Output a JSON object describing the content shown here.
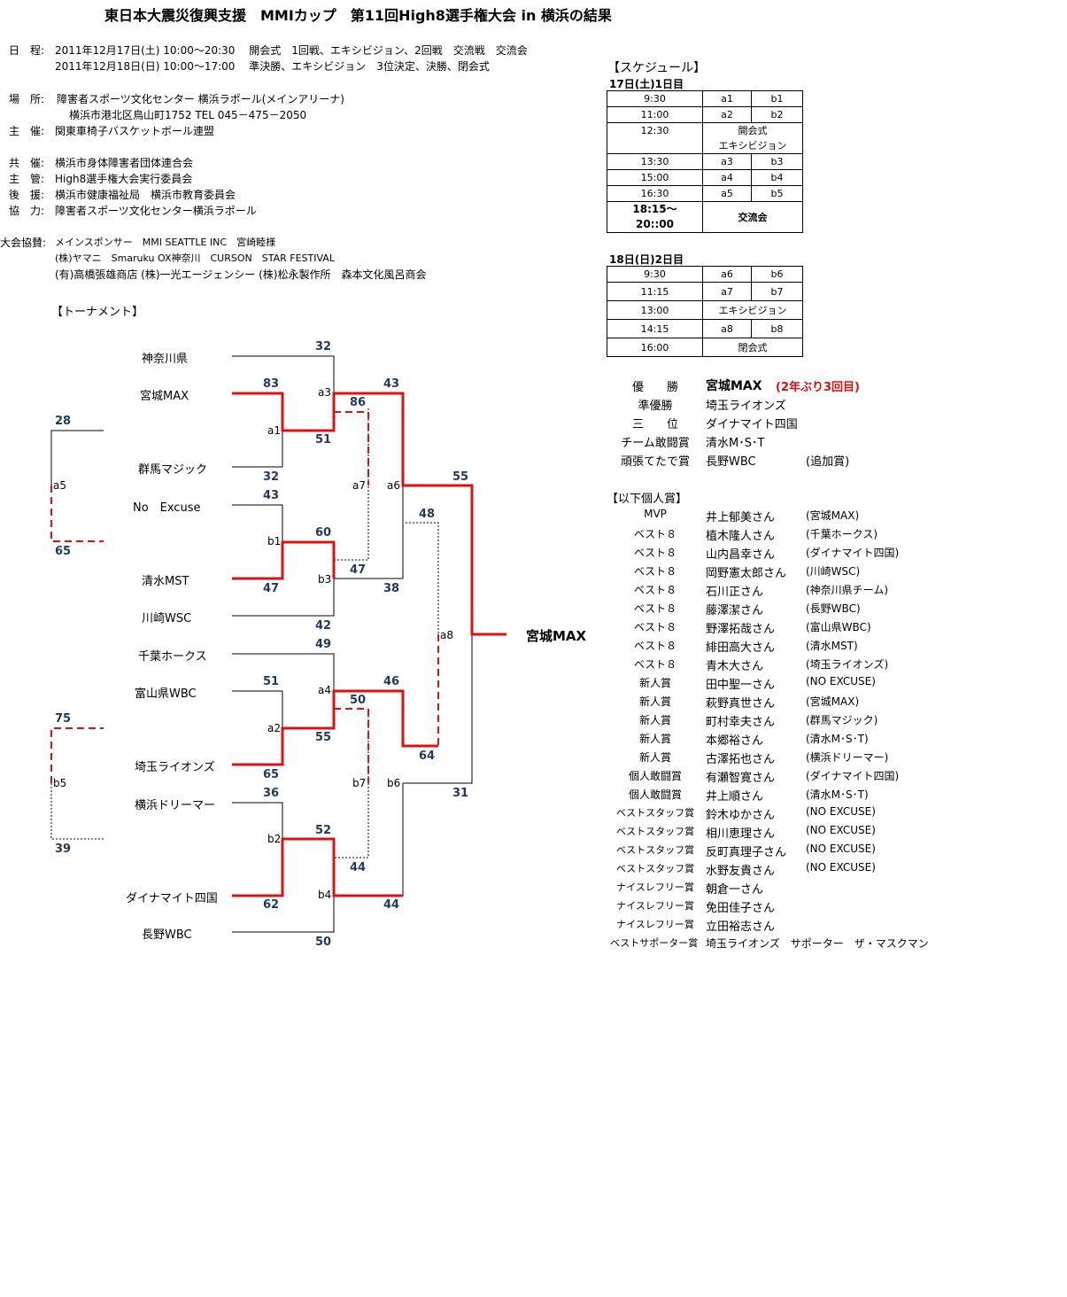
{
  "title": "東日本大震災復興支援　MMIカップ　第11回High8選手権大会 in 横浜の結果",
  "info": {
    "schedule_label": "日　程:",
    "schedule_line1": "2011年12月17日(土) 10:00～20:30　 開会式　1回戦、エキシビジョン、2回戦　交流戦　交流会",
    "schedule_line2": "2011年12月18日(日) 10:00～17:00　 準決勝、エキシビジョン　3位決定、決勝、閉会式",
    "venue_label": "場　所:",
    "venue_line1": "障害者スポーツ文化センター 横浜ラポール(メインアリーナ)",
    "venue_line2": "横浜市港北区鳥山町1752 TEL 045－475－2050",
    "host_label": "主　催:",
    "host": "関東車椅子バスケットボール連盟",
    "cohost_label": "共　催:",
    "cohost": "横浜市身体障害者団体連合会",
    "organizer_label": "主　管:",
    "organizer": "High8選手権大会実行委員会",
    "support_label": "後　援:",
    "support": "横浜市健康福祉局　横浜市教育委員会",
    "coop_label": "協　力:",
    "coop": "障害者スポーツ文化センター横浜ラポール",
    "sponsor_label": "大会協賛:",
    "sponsor_line1": "メインスポンサー　MMI SEATTLE INC　宮崎睦様",
    "sponsor_line2": "(株)ヤマニ　Smaruku OX神奈川　CURSON　STAR FESTIVAL",
    "sponsor_line3": "(有)高橋張雄商店 (株)一光エージェンシー (株)松永製作所　森本文化風呂商会"
  },
  "tournament_label": "【トーナメント】",
  "schedule": {
    "heading": "【スケジュール】",
    "day1_title": "17日(土)1日目",
    "day1": [
      {
        "time": "9:30",
        "a": "a1",
        "b": "b1"
      },
      {
        "time": "11:00",
        "a": "a2",
        "b": "b2"
      },
      {
        "time": "12:30",
        "merged1": "開会式",
        "merged2": "エキシビジョン"
      },
      {
        "time": "13:30",
        "a": "a3",
        "b": "b3"
      },
      {
        "time": "15:00",
        "a": "a4",
        "b": "b4"
      },
      {
        "time": "16:30",
        "a": "a5",
        "b": "b5"
      },
      {
        "time1": "18:15～",
        "time2": "20::00",
        "merged": "交流会"
      }
    ],
    "day2_title": "18日(日)2日目",
    "day2": [
      {
        "time": "9:30",
        "a": "a6",
        "b": "b6"
      },
      {
        "time": "11:15",
        "a": "a7",
        "b": "b7"
      },
      {
        "time": "13:00",
        "merged": "エキシビジョン"
      },
      {
        "time": "14:15",
        "a": "a8",
        "b": "b8"
      },
      {
        "time": "16:00",
        "merged": "閉会式"
      }
    ]
  },
  "bracket": {
    "teams": [
      "神奈川県",
      "宮城MAX",
      "群馬マジック",
      "No　Excuse",
      "清水MST",
      "川崎WSC",
      "千葉ホークス",
      "富山県WBC",
      "埼玉ライオンズ",
      "横浜ドリーマー",
      "ダイナマイト四国",
      "長野WBC"
    ],
    "nodes": {
      "a1": "a1",
      "a2": "a2",
      "a3": "a3",
      "a4": "a4",
      "a5": "a5",
      "a6": "a6",
      "a7": "a7",
      "a8": "a8",
      "b1": "b1",
      "b2": "b2",
      "b3": "b3",
      "b4": "b4",
      "b5": "b5",
      "b6": "b6",
      "b7": "b7"
    },
    "scores": {
      "s32a": "32",
      "s83": "83",
      "s43a": "43",
      "s86": "86",
      "s51": "51",
      "s32b": "32",
      "s43b": "43",
      "s60": "60",
      "s47a": "47",
      "s47b": "47",
      "s38": "38",
      "s42": "42",
      "s55a": "55",
      "s48": "48",
      "s28": "28",
      "s65a": "65",
      "s49": "49",
      "s51b": "51",
      "s46": "46",
      "s50a": "50",
      "s55b": "55",
      "s65b": "65",
      "s36": "36",
      "s52": "52",
      "s44a": "44",
      "s62": "62",
      "s44b": "44",
      "s50b": "50",
      "s64": "64",
      "s31": "31",
      "s75": "75",
      "s39": "39"
    },
    "champion": "宮城MAX",
    "line_color_win": "#dd1111",
    "line_color_default": "#000000"
  },
  "results": {
    "winner_label": "優　　勝",
    "winner": "宮城MAX",
    "winner_note": "(2年ぶり3回目)",
    "runner_label": "準優勝",
    "runner": "埼玉ライオンズ",
    "third_label": "三　　位",
    "third": "ダイナマイト四国",
    "fight_label": "チーム敢闘賞",
    "fight": "清水M･S･T",
    "effort_label": "頑張てたで賞",
    "effort": "長野WBC",
    "effort_note": "(追加賞)",
    "accent_color": "#dd1111"
  },
  "individual": {
    "heading": "【以下個人賞】",
    "rows": [
      {
        "award": "MVP",
        "name": "井上郁美さん",
        "team": "(宮城MAX)"
      },
      {
        "award": "ベスト８",
        "name": "植木隆人さん",
        "team": "(千葉ホークス)"
      },
      {
        "award": "ベスト８",
        "name": "山内昌幸さん",
        "team": "(ダイナマイト四国)"
      },
      {
        "award": "ベスト８",
        "name": "岡野憲太郎さん",
        "team": "(川崎WSC)"
      },
      {
        "award": "ベスト８",
        "name": "石川正さん",
        "team": "(神奈川県チーム)"
      },
      {
        "award": "ベスト８",
        "name": "藤澤潔さん",
        "team": "(長野WBC)"
      },
      {
        "award": "ベスト８",
        "name": "野澤拓哉さん",
        "team": "(富山県WBC)"
      },
      {
        "award": "ベスト８",
        "name": "緋田高大さん",
        "team": "(清水MST)"
      },
      {
        "award": "ベスト８",
        "name": "青木大さん",
        "team": "(埼玉ライオンズ)"
      },
      {
        "award": "新人賞",
        "name": "田中聖一さん",
        "team": "(NO EXCUSE)"
      },
      {
        "award": "新人賞",
        "name": "萩野真世さん",
        "team": "(宮城MAX)"
      },
      {
        "award": "新人賞",
        "name": "町村幸夫さん",
        "team": "(群馬マジック)"
      },
      {
        "award": "新人賞",
        "name": "本郷裕さん",
        "team": "(清水M･S･T)"
      },
      {
        "award": "新人賞",
        "name": "古澤拓也さん",
        "team": "(横浜ドリーマー)"
      },
      {
        "award": "個人敢闘賞",
        "name": "有瀬智寛さん",
        "team": "(ダイナマイト四国)"
      },
      {
        "award": "個人敢闘賞",
        "name": "井上順さん",
        "team": "(清水M･S･T)"
      },
      {
        "award": "ベストスタッフ賞",
        "name": "鈴木ゆかさん",
        "team": "(NO EXCUSE)"
      },
      {
        "award": "ベストスタッフ賞",
        "name": "相川恵理さん",
        "team": "(NO EXCUSE)"
      },
      {
        "award": "ベストスタッフ賞",
        "name": "反町真理子さん",
        "team": "(NO EXCUSE)"
      },
      {
        "award": "ベストスタッフ賞",
        "name": "水野友貴さん",
        "team": "(NO EXCUSE)"
      },
      {
        "award": "ナイスレフリー賞",
        "name": "朝倉一さん",
        "team": ""
      },
      {
        "award": "ナイスレフリー賞",
        "name": "免田佳子さん",
        "team": ""
      },
      {
        "award": "ナイスレフリー賞",
        "name": "立田裕志さん",
        "team": ""
      }
    ],
    "supporter_award": "ベストサポーター賞",
    "supporter": "埼玉ライオンズ　サポーター　ザ・マスクマン"
  }
}
